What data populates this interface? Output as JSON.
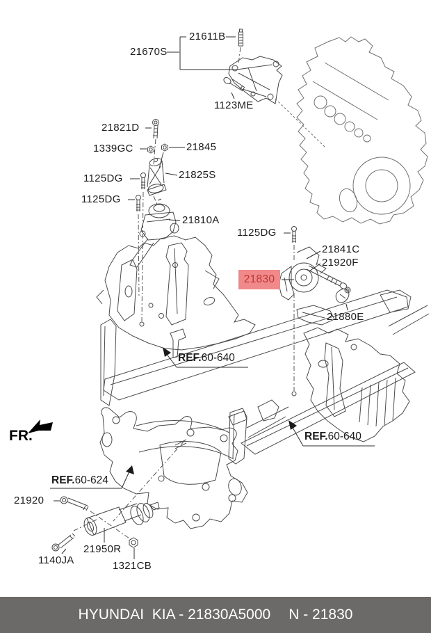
{
  "labels": {
    "l21611b": "21611B",
    "l21670s": "21670S",
    "l1123me": "1123ME",
    "l21821d": "21821D",
    "l1339gc": "1339GC",
    "l21845": "21845",
    "l1125dg_a": "1125DG",
    "l1125dg_b": "1125DG",
    "l1125dg_c": "1125DG",
    "l21825s": "21825S",
    "l21810a": "21810A",
    "l21841c": "21841C",
    "l21920f": "21920F",
    "l21880e": "21880E",
    "l21920": "21920",
    "l21950r": "21950R",
    "l1140ja": "1140JA",
    "l1321cb": "1321CB"
  },
  "highlight": {
    "label": "21830",
    "bg_color": "#f0898a",
    "text_color": "#c43434"
  },
  "refs": {
    "ref640": {
      "prefix": "REF.",
      "code": "60-640"
    },
    "ref624": {
      "prefix": "REF.",
      "code": "60-624"
    }
  },
  "front_marker": "FR.",
  "footer": {
    "catalog_text": "HYUNDAI  KIA - 21830A5000",
    "part_text": "N - 21830",
    "bg_color": "#6c6969"
  }
}
